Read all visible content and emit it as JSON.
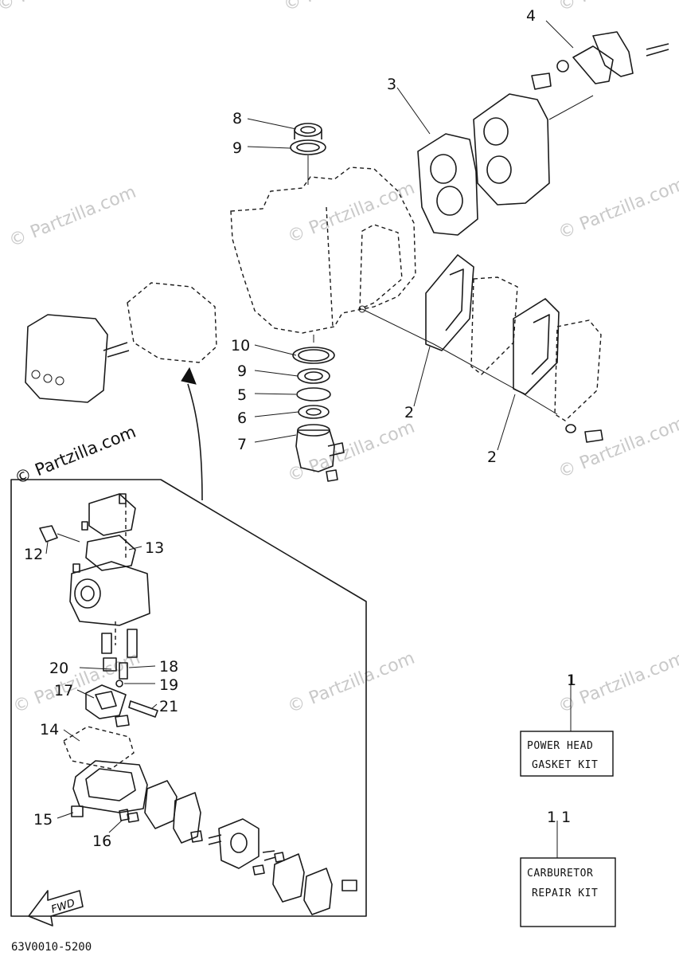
{
  "callouts": {
    "c1": "1",
    "c2a": "2",
    "c2b": "2",
    "c3": "3",
    "c4": "4",
    "c5": "5",
    "c6": "6",
    "c7": "7",
    "c8": "8",
    "c9a": "9",
    "c9b": "9",
    "c10": "10",
    "c11": "1 1",
    "c12": "12",
    "c13": "13",
    "c14": "14",
    "c15": "15",
    "c16": "16",
    "c17": "17",
    "c18": "18",
    "c19": "19",
    "c20": "20",
    "c21": "21"
  },
  "kits": {
    "power_head_line1": "POWER HEAD",
    "power_head_line2": "GASKET KIT",
    "carburetor_line1": "CARBURETOR",
    "carburetor_line2": "REPAIR KIT"
  },
  "fwd_label": "FWD",
  "diagram_code": "63V0010-5200",
  "watermark": "© Partzilla.com",
  "colors": {
    "ink": "#1a1a1a",
    "watermark": "#c9c9c9",
    "background": "#ffffff"
  }
}
